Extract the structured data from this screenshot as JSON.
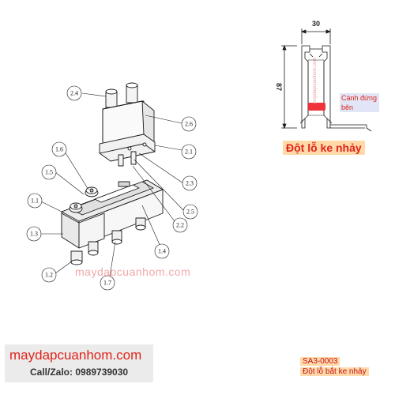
{
  "labels": {
    "l24": "2.4",
    "l26": "2.6",
    "l16": "1.6",
    "l21": "2.1",
    "l15": "1.5",
    "l23": "2.3",
    "l11": "1.1",
    "l25": "2.5",
    "l22": "2.2",
    "l13": "1.3",
    "l14": "1.4",
    "l12": "1.2",
    "l17": "1.7"
  },
  "profile": {
    "dim_width": "30",
    "dim_height": "87",
    "watermark": "maydapcuanhom.com"
  },
  "side_note": "Cánh đứng bên",
  "title": "Đột lỗ ke nhảy",
  "watermark_center": "maydapcuanhom.com",
  "brand": {
    "name": "maydapcuanhom.com",
    "call": "Call/Zalo: 0989739030"
  },
  "product": {
    "code": "SA3-0003",
    "name": "Đột lỗ bắt ke nhảy"
  },
  "colors": {
    "accent": "#e0241b",
    "highlight": "#ffd9a8",
    "punch_mark": "#f0333a"
  }
}
